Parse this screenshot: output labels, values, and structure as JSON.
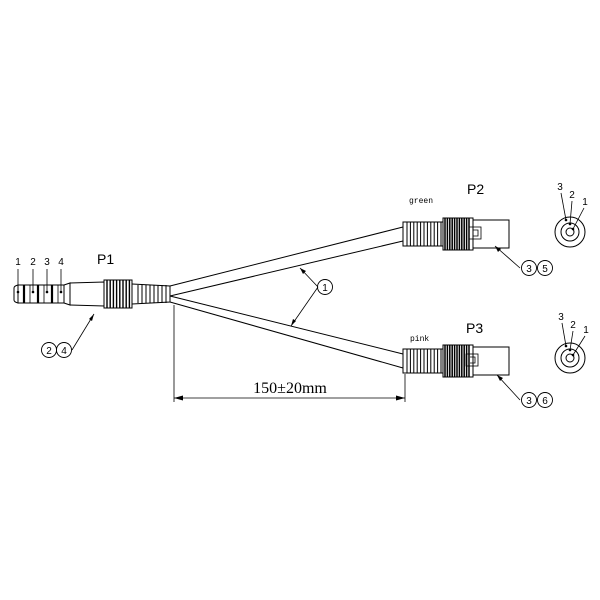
{
  "plug_p1": {
    "label": "P1",
    "pins": [
      "1",
      "2",
      "3",
      "4"
    ],
    "balloons": [
      "2",
      "4"
    ]
  },
  "jack_p2": {
    "label": "P2",
    "color": "green",
    "balloons": [
      "3",
      "5"
    ]
  },
  "jack_p3": {
    "label": "P3",
    "color": "pink",
    "balloons": [
      "3",
      "6"
    ]
  },
  "cable": {
    "balloon": "1"
  },
  "dimension": {
    "text": "150±20mm"
  },
  "end_view_top": {
    "pins": [
      "3",
      "2",
      "1"
    ]
  },
  "end_view_bottom": {
    "pins": [
      "3",
      "2",
      "1"
    ]
  }
}
